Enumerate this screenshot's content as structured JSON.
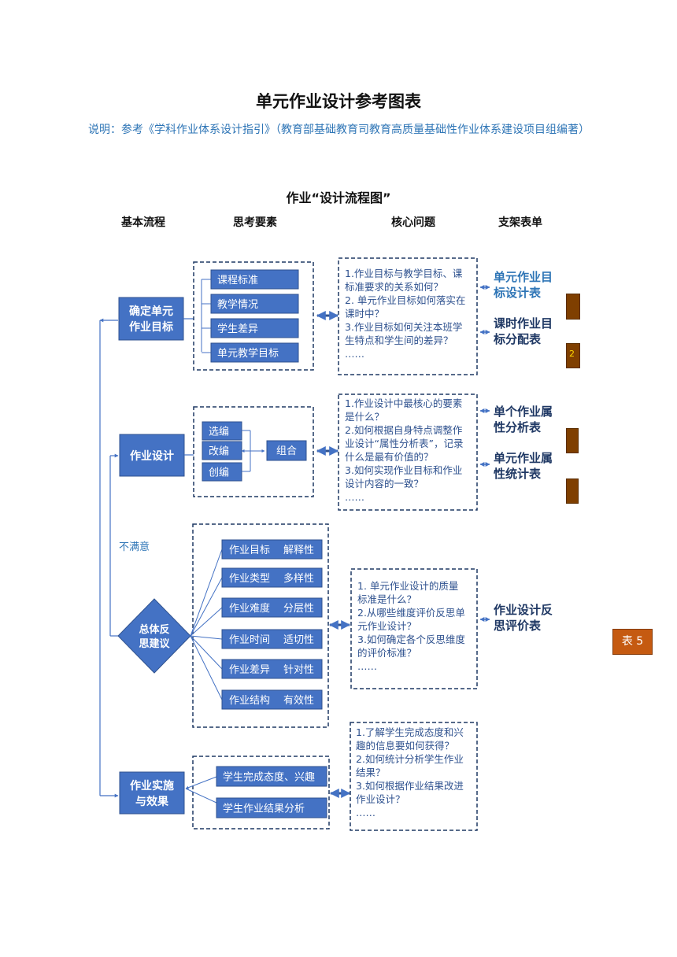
{
  "page": {
    "title": "单元作业设计参考图表",
    "note": "说明：参考《学科作业体系设计指引》（教育部基础教育司教育高质量基础性作业体系建设项目组编著）"
  },
  "flowchart": {
    "title": "作业“设计流程图”",
    "headers": [
      "基本流程",
      "思考要素",
      "核心问题",
      "支架表单"
    ],
    "stages": [
      {
        "line1": "确定单元",
        "line2": "作业目标"
      },
      {
        "line1": "作业设计",
        "line2": ""
      },
      {
        "line1": "总体反",
        "line2": "思建议"
      },
      {
        "line1": "作业实施",
        "line2": "与效果"
      }
    ],
    "dissatisfied": "不满意",
    "elements": {
      "goal": [
        "课程标准",
        "教学情况",
        "学生差异",
        "单元教学目标"
      ],
      "design": [
        "选编",
        "改编",
        "创编"
      ],
      "combine": "组合",
      "reflect": [
        {
          "a": "作业目标",
          "b": "解释性"
        },
        {
          "a": "作业类型",
          "b": "多样性"
        },
        {
          "a": "作业难度",
          "b": "分层性"
        },
        {
          "a": "作业时间",
          "b": "适切性"
        },
        {
          "a": "作业差异",
          "b": "针对性"
        },
        {
          "a": "作业结构",
          "b": "有效性"
        }
      ],
      "effect": [
        "学生完成态度、兴趣",
        "学生作业结果分析"
      ]
    },
    "questions": [
      [
        "1.作业目标与教学目标、课",
        "标准要求的关系如何？",
        "2. 单元作业目标如何落实在",
        "课时中？",
        "3.作业目标如何关注本班学",
        "生特点和学生间的差异？",
        "……"
      ],
      [
        "1.作业设计中最核心的要素",
        "是什么？",
        "2.如何根据自身特点调整作",
        "业设计“属性分析表”，记录",
        "什么是最有价值的？",
        "3.如何实现作业目标和作业",
        "设计内容的一致？",
        "……"
      ],
      [
        "1. 单元作业设计的质量",
        "标准是什么？",
        "2.从哪些维度评价反思单",
        "元作业设计？",
        "3.如何确定各个反思维度",
        "的评价标准？",
        "……"
      ],
      [
        "1.了解学生完成态度和兴",
        "趣的信息要如何获得？",
        "2.如何统计分析学生作业",
        "结果？",
        "3.如何根据作业结果改进",
        "作业设计？",
        "……"
      ]
    ],
    "forms": [
      {
        "line1": "单元作业目",
        "line2": "标设计表"
      },
      {
        "line1": "课时作业目",
        "line2": "标分配表"
      },
      {
        "line1": "单个作业属",
        "line2": "性分析表"
      },
      {
        "line1": "单元作业属",
        "line2": "性统计表"
      },
      {
        "line1": "作业设计反",
        "line2": "思评价表"
      }
    ],
    "table_tags": [
      "表 5"
    ],
    "table_tag_fragments": [
      "2"
    ]
  },
  "colors": {
    "box": "#4472c4",
    "dark_text": "#1f3864",
    "arrow": "#4472c4",
    "accent": "#c55a11"
  }
}
